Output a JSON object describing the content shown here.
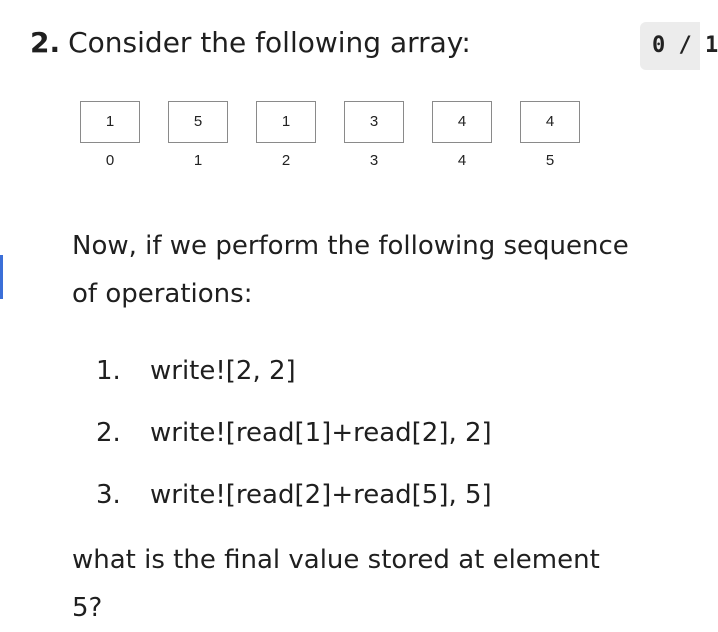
{
  "question": {
    "number": "2.",
    "prompt": "Consider the following array:",
    "score": "0 / 1"
  },
  "array": {
    "values": [
      "1",
      "5",
      "1",
      "3",
      "4",
      "4"
    ],
    "indices": [
      "0",
      "1",
      "2",
      "3",
      "4",
      "5"
    ]
  },
  "intro_text": "Now, if we perform the following sequence of operations:",
  "operations": [
    {
      "num": "1.",
      "text": "write![2, 2]"
    },
    {
      "num": "2.",
      "text": "write![read[1]+read[2], 2]"
    },
    {
      "num": "3.",
      "text": "write![read[2]+read[5], 5]"
    }
  ],
  "final_question": "what is the final value stored at element 5?",
  "colors": {
    "accent": "#3b6fd8",
    "badge_bg": "#ececec",
    "cell_border": "#8a8a8a"
  }
}
